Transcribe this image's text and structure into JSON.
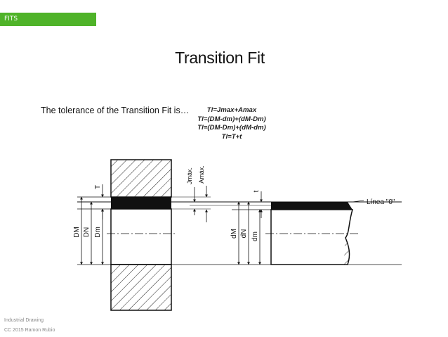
{
  "header": {
    "tag": "FITS"
  },
  "slide": {
    "title": "Transition Fit",
    "intro": "The tolerance of the Transition Fit is…",
    "formulas": [
      "Tl=Jmax+Amax",
      "Tl=(DM-dm)+(dM-Dm)",
      "Tl=(DM-Dm)+(dM-dm)",
      "Tl=T+t"
    ]
  },
  "drawing": {
    "labels": {
      "T": "T",
      "jmax": "Jmáx.",
      "amax": "Amáx.",
      "t": "t",
      "linea0": "Línea \"0\"",
      "DM": "DM",
      "DN": "DN",
      "Dm": "Dm",
      "dM": "dM",
      "dN": "dN",
      "dm": "dm"
    }
  },
  "footer": {
    "line1": "Industrial Drawing",
    "line2": "CC 2015 Ramon Rubio"
  },
  "colors": {
    "accent": "#4fb329"
  }
}
